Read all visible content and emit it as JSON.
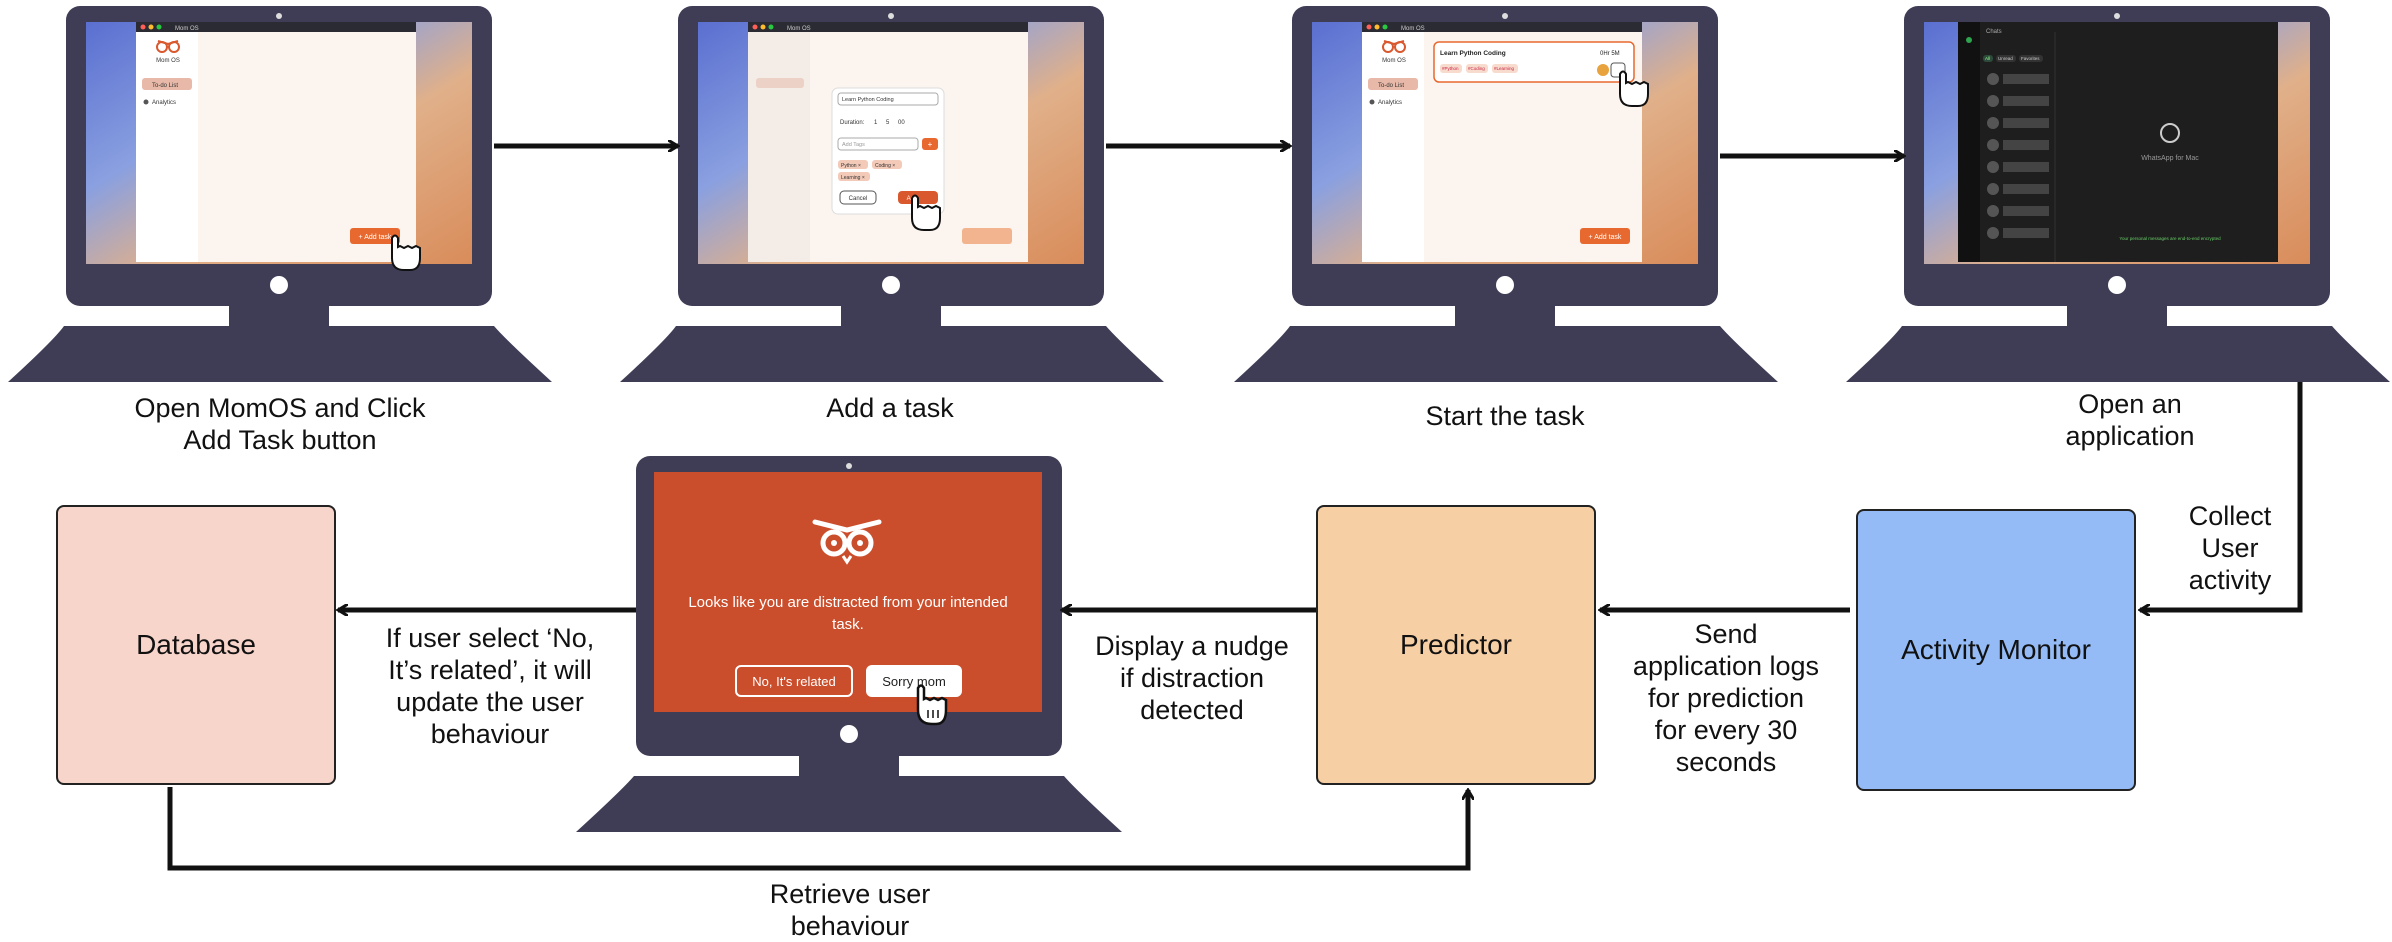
{
  "captions": {
    "step1": "Open MomOS and Click\nAdd Task button",
    "step2": "Add a task",
    "step3": "Start the task",
    "step4": "Open an\napplication",
    "collect": "Collect\nUser\nactivity",
    "send": "Send\napplication logs\nfor prediction\nfor every 30\nseconds",
    "display": "Display a nudge\nif distraction\ndetected",
    "update": "If user select ‘No,\nIt’s related’, it will\nupdate the user\nbehaviour",
    "retrieve": "Retrieve user\nbehaviour"
  },
  "boxes": {
    "database": "Database",
    "predictor": "Predictor",
    "activity_monitor": "Activity Monitor"
  },
  "colors": {
    "database": "#f8d5cb",
    "predictor": "#f7cfa5",
    "activity_monitor": "#94bbf5",
    "monitor_body": "#3f3d55",
    "nudge_bg": "#cb4e2c",
    "accent": "#e8692f"
  },
  "app": {
    "name": "Mom OS",
    "sidebar_todo": "To-do List",
    "sidebar_analytics": "Analytics",
    "add_task": "+ Add task",
    "task_name": "Learn Python Coding",
    "duration_label": "Duration:",
    "duration_h": "1",
    "duration_m": "5",
    "duration_s": "00",
    "tags_placeholder": "Add Tags",
    "tags": [
      "Python ×",
      "Coding ×",
      "Learning ×"
    ],
    "cancel": "Cancel",
    "add": "Add",
    "timer": "0Hr 5M",
    "task_tags": [
      "#Python",
      "#Coding",
      "#Learning"
    ]
  },
  "whatsapp": {
    "title": "WhatsApp for Mac",
    "header": "Chats",
    "filters": [
      "All",
      "Unread",
      "Favorites"
    ],
    "footer": "Your personal messages are end-to-end encrypted"
  },
  "nudge": {
    "message": "Looks like you are distracted from your intended task.",
    "no_button": "No, It's related",
    "sorry_button": "Sorry mom"
  }
}
